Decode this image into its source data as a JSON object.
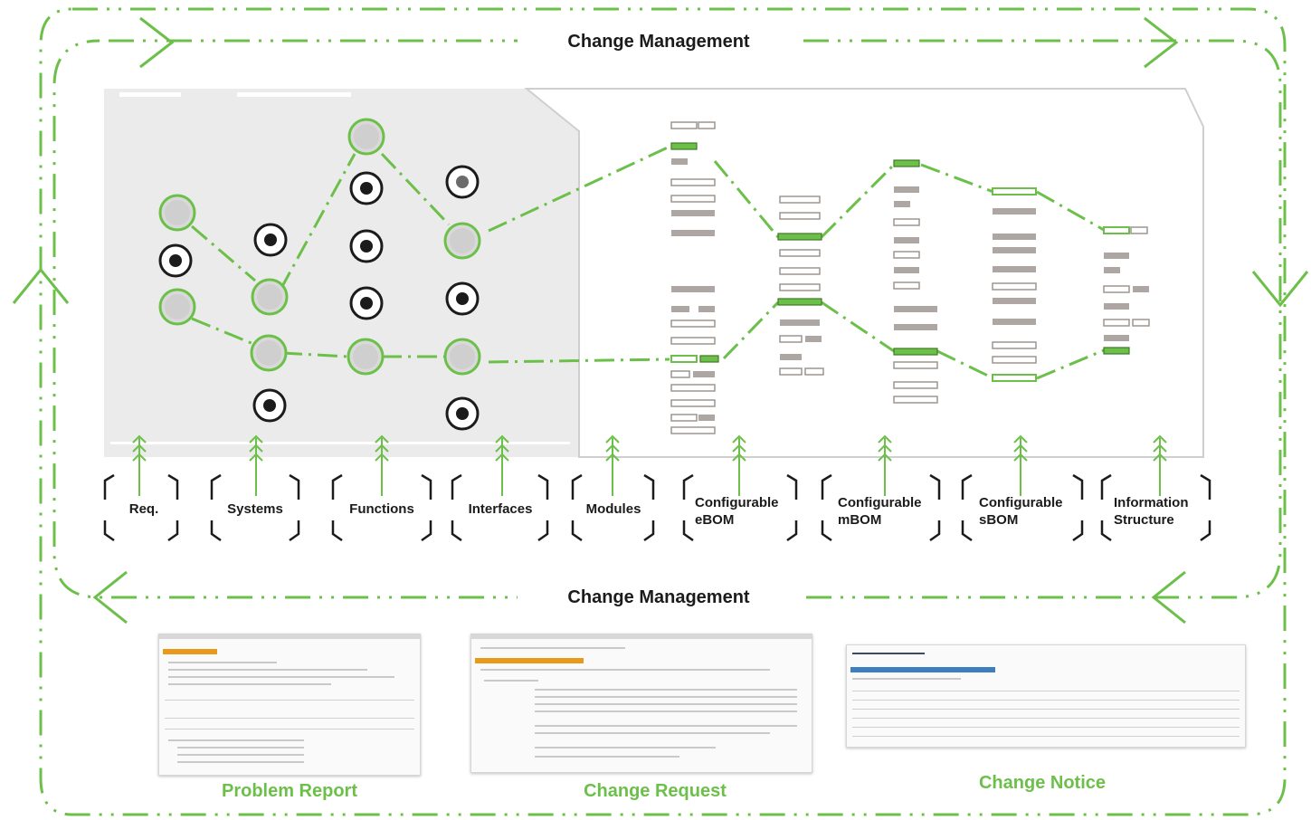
{
  "header": {
    "title": "Change Management"
  },
  "footer": {
    "title": "Change Management"
  },
  "stages": [
    {
      "id": "req",
      "label_lines": [
        "Req."
      ]
    },
    {
      "id": "systems",
      "label_lines": [
        "Systems"
      ]
    },
    {
      "id": "functions",
      "label_lines": [
        "Functions"
      ]
    },
    {
      "id": "interfaces",
      "label_lines": [
        "Interfaces"
      ]
    },
    {
      "id": "modules",
      "label_lines": [
        "Modules"
      ]
    },
    {
      "id": "ebom",
      "label_lines": [
        "Configurable",
        "eBOM"
      ]
    },
    {
      "id": "mbom",
      "label_lines": [
        "Configurable",
        "mBOM"
      ]
    },
    {
      "id": "sbom",
      "label_lines": [
        "Configurable",
        "sBOM"
      ]
    },
    {
      "id": "info",
      "label_lines": [
        "Information",
        "Structure"
      ]
    }
  ],
  "documents": [
    {
      "id": "problem-report",
      "caption": "Problem Report"
    },
    {
      "id": "change-request",
      "caption": "Change Request"
    },
    {
      "id": "change-notice",
      "caption": "Change Notice"
    }
  ],
  "colors": {
    "accent_green": "#6cc04a",
    "left_panel": "#ebebeb",
    "node_dark": "#1b1b1b",
    "bar_gray": "#ada6a2",
    "text": "#1b1b1b"
  }
}
